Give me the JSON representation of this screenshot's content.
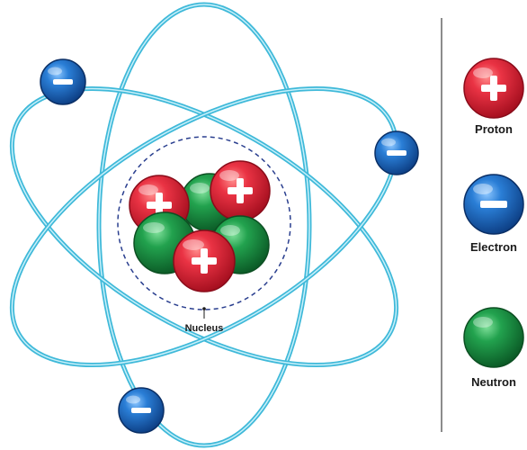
{
  "nucleus": {
    "label": "Nucleus"
  },
  "legend": {
    "items": [
      {
        "label": "Proton",
        "sign": "+",
        "icon": "plus-icon"
      },
      {
        "label": "Electron",
        "sign": "−",
        "icon": "minus-icon"
      },
      {
        "label": "Neutron",
        "sign": "",
        "icon": ""
      }
    ]
  },
  "colors": {
    "orbit": "#5ecbe6",
    "proton": "#e0283c",
    "electron": "#1f6fc0",
    "neutron": "#1f9e48",
    "nucleus_boundary": "#2a3f8f",
    "divider": "#8c8c8c"
  }
}
